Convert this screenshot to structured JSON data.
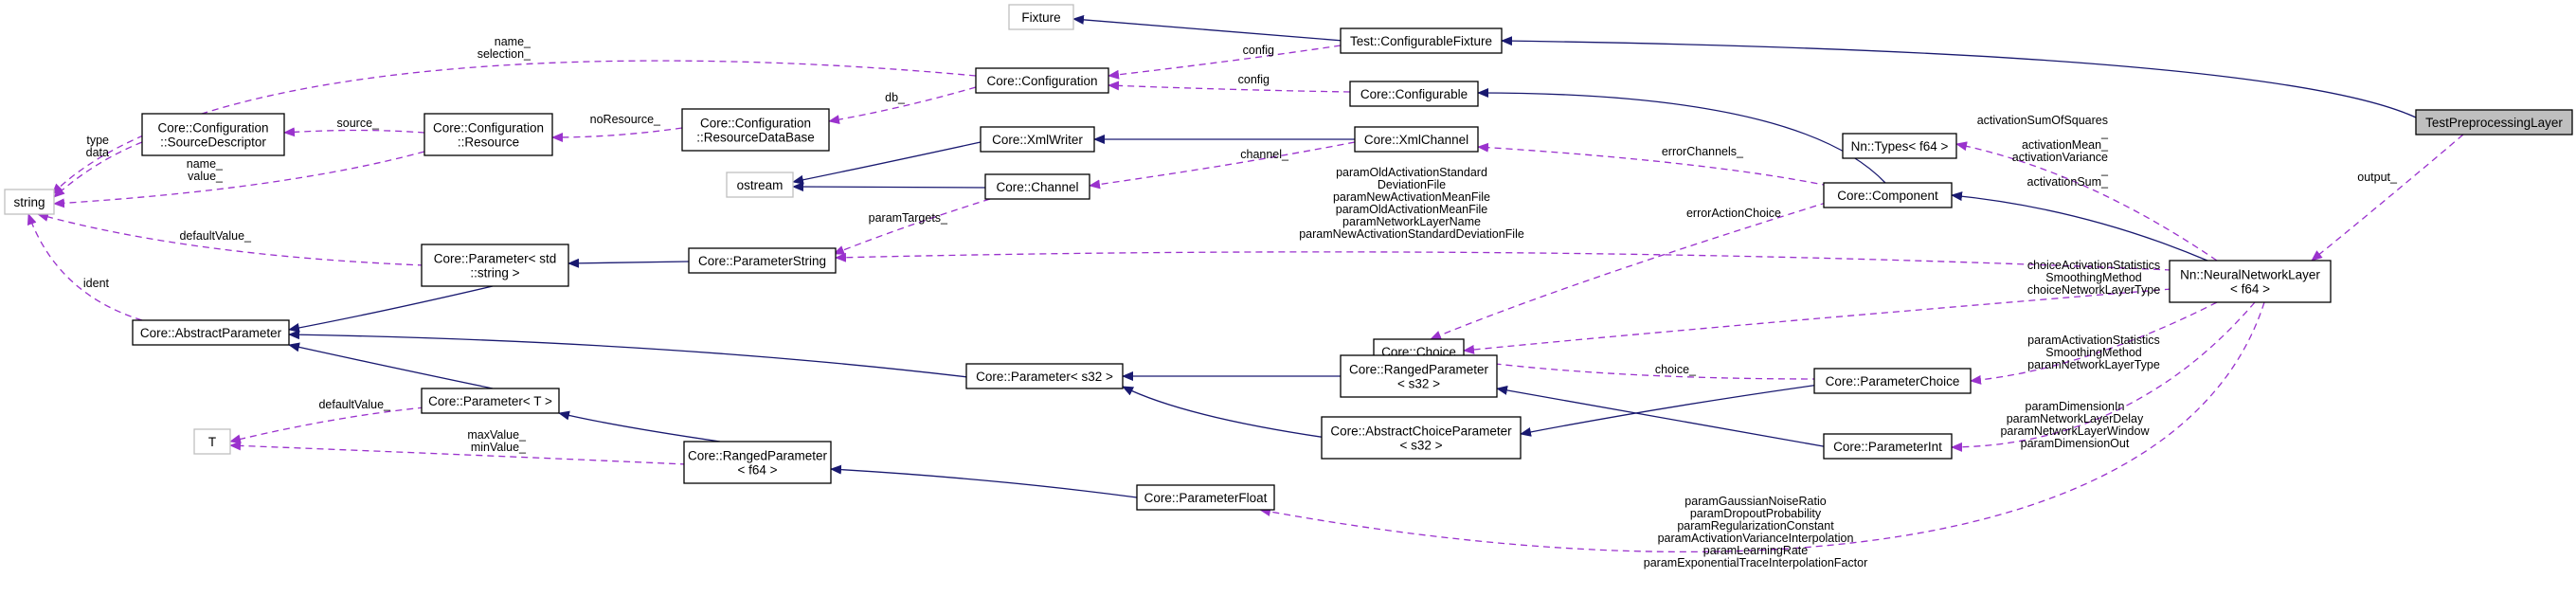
{
  "nodes": [
    {
      "id": "fixture",
      "lines": [
        "Fixture"
      ],
      "external": true
    },
    {
      "id": "test_configurable_fixture",
      "lines": [
        "Test::ConfigurableFixture"
      ]
    },
    {
      "id": "test_preprocessing_layer",
      "lines": [
        "TestPreprocessingLayer"
      ],
      "focus": true
    },
    {
      "id": "string",
      "lines": [
        "string"
      ],
      "external": true
    },
    {
      "id": "source_descriptor",
      "lines": [
        "Core::Configuration",
        "::SourceDescriptor"
      ]
    },
    {
      "id": "configuration_resource",
      "lines": [
        "Core::Configuration",
        "::Resource"
      ]
    },
    {
      "id": "resource_database",
      "lines": [
        "Core::Configuration",
        "::ResourceDataBase"
      ]
    },
    {
      "id": "configuration",
      "lines": [
        "Core::Configuration"
      ]
    },
    {
      "id": "configurable",
      "lines": [
        "Core::Configurable"
      ]
    },
    {
      "id": "xml_writer",
      "lines": [
        "Core::XmlWriter"
      ]
    },
    {
      "id": "xml_channel",
      "lines": [
        "Core::XmlChannel"
      ]
    },
    {
      "id": "ostream",
      "lines": [
        "ostream"
      ],
      "external": true
    },
    {
      "id": "channel",
      "lines": [
        "Core::Channel"
      ]
    },
    {
      "id": "nn_types",
      "lines": [
        "Nn::Types< f64 >"
      ]
    },
    {
      "id": "component",
      "lines": [
        "Core::Component"
      ]
    },
    {
      "id": "parameter_std_string",
      "lines": [
        "Core::Parameter< std",
        "::string >"
      ]
    },
    {
      "id": "parameter_string",
      "lines": [
        "Core::ParameterString"
      ]
    },
    {
      "id": "neural_network_layer",
      "lines": [
        "Nn::NeuralNetworkLayer",
        "< f64 >"
      ]
    },
    {
      "id": "abstract_parameter",
      "lines": [
        "Core::AbstractParameter"
      ]
    },
    {
      "id": "choice",
      "lines": [
        "Core::Choice"
      ]
    },
    {
      "id": "parameter_s32",
      "lines": [
        "Core::Parameter< s32 >"
      ]
    },
    {
      "id": "ranged_parameter_s32",
      "lines": [
        "Core::RangedParameter",
        "< s32 >"
      ]
    },
    {
      "id": "parameter_choice",
      "lines": [
        "Core::ParameterChoice"
      ]
    },
    {
      "id": "parameter_t",
      "lines": [
        "Core::Parameter< T >"
      ]
    },
    {
      "id": "t",
      "lines": [
        "T"
      ],
      "external": true
    },
    {
      "id": "abstract_choice_parameter",
      "lines": [
        "Core::AbstractChoiceParameter",
        "< s32 >"
      ]
    },
    {
      "id": "parameter_int",
      "lines": [
        "Core::ParameterInt"
      ]
    },
    {
      "id": "ranged_parameter_f64",
      "lines": [
        "Core::RangedParameter",
        "< f64 >"
      ]
    },
    {
      "id": "parameter_float",
      "lines": [
        "Core::ParameterFloat"
      ]
    }
  ],
  "edges": [
    {
      "id": "e1",
      "kind": "inherit",
      "from": "test_configurable_fixture",
      "to": "fixture",
      "label": []
    },
    {
      "id": "e2",
      "kind": "inherit",
      "from": "test_preprocessing_layer",
      "to": "test_configurable_fixture",
      "label": []
    },
    {
      "id": "e3",
      "kind": "use",
      "from": "test_configurable_fixture",
      "to": "configuration",
      "label": [
        "config"
      ]
    },
    {
      "id": "e4",
      "kind": "use",
      "from": "configurable",
      "to": "configuration",
      "label": [
        "config"
      ]
    },
    {
      "id": "e5",
      "kind": "use",
      "from": "configuration",
      "to": "string",
      "label": [
        "name_",
        "selection_"
      ]
    },
    {
      "id": "e6",
      "kind": "use",
      "from": "configuration",
      "to": "resource_database",
      "label": [
        "db_"
      ]
    },
    {
      "id": "e7",
      "kind": "use",
      "from": "resource_database",
      "to": "configuration_resource",
      "label": [
        "noResource_"
      ]
    },
    {
      "id": "e8",
      "kind": "use",
      "from": "configuration_resource",
      "to": "source_descriptor",
      "label": [
        "source_"
      ]
    },
    {
      "id": "e9",
      "kind": "use",
      "from": "source_descriptor",
      "to": "string",
      "label": [
        "type",
        "data"
      ]
    },
    {
      "id": "e10",
      "kind": "use",
      "from": "configuration_resource",
      "to": "string",
      "label": [
        "name_",
        "value_"
      ]
    },
    {
      "id": "e11",
      "kind": "inherit",
      "from": "component",
      "to": "configurable",
      "label": []
    },
    {
      "id": "e12",
      "kind": "inherit",
      "from": "xml_channel",
      "to": "xml_writer",
      "label": []
    },
    {
      "id": "e13",
      "kind": "inherit",
      "from": "xml_writer",
      "to": "ostream",
      "label": []
    },
    {
      "id": "e14",
      "kind": "inherit",
      "from": "channel",
      "to": "ostream",
      "label": []
    },
    {
      "id": "e15",
      "kind": "use",
      "from": "xml_channel",
      "to": "channel",
      "label": [
        "channel_"
      ]
    },
    {
      "id": "e16",
      "kind": "use",
      "from": "component",
      "to": "xml_channel",
      "label": [
        "errorChannels_"
      ]
    },
    {
      "id": "e17",
      "kind": "use",
      "from": "channel",
      "to": "parameter_string",
      "label": [
        "paramTargets_"
      ]
    },
    {
      "id": "e18",
      "kind": "inherit",
      "from": "neural_network_layer",
      "to": "component",
      "label": []
    },
    {
      "id": "e19",
      "kind": "use",
      "from": "test_preprocessing_layer",
      "to": "neural_network_layer",
      "label": [
        "output_"
      ]
    },
    {
      "id": "e20",
      "kind": "use",
      "from": "neural_network_layer",
      "to": "nn_types",
      "label": [
        "activationSumOfSquares",
        "_",
        "activationMean_",
        "activationVariance",
        "_",
        "activationSum_"
      ]
    },
    {
      "id": "e21",
      "kind": "inherit",
      "from": "parameter_string",
      "to": "parameter_std_string",
      "label": []
    },
    {
      "id": "e22",
      "kind": "use",
      "from": "parameter_std_string",
      "to": "string",
      "label": [
        "defaultValue_"
      ]
    },
    {
      "id": "e23",
      "kind": "use",
      "from": "neural_network_layer",
      "to": "parameter_string",
      "label": [
        "paramOldActivationStandard",
        "DeviationFile",
        "paramNewActivationMeanFile",
        "paramOldActivationMeanFile",
        "paramNetworkLayerName",
        "paramNewActivationStandardDeviationFile"
      ]
    },
    {
      "id": "e24",
      "kind": "inherit",
      "from": "parameter_std_string",
      "to": "abstract_parameter",
      "label": []
    },
    {
      "id": "e25",
      "kind": "use",
      "from": "abstract_parameter",
      "to": "string",
      "label": [
        "ident"
      ]
    },
    {
      "id": "e26",
      "kind": "use",
      "from": "component",
      "to": "choice",
      "label": [
        "errorActionChoice"
      ]
    },
    {
      "id": "e27",
      "kind": "use",
      "from": "neural_network_layer",
      "to": "choice",
      "label": [
        "choiceActivationStatistics",
        "SmoothingMethod",
        "choiceNetworkLayerType"
      ]
    },
    {
      "id": "e28",
      "kind": "inherit",
      "from": "parameter_s32",
      "to": "abstract_parameter",
      "label": []
    },
    {
      "id": "e29",
      "kind": "inherit",
      "from": "ranged_parameter_s32",
      "to": "parameter_s32",
      "label": []
    },
    {
      "id": "e30",
      "kind": "inherit",
      "from": "abstract_choice_parameter",
      "to": "parameter_s32",
      "label": []
    },
    {
      "id": "e31",
      "kind": "use",
      "from": "parameter_choice",
      "to": "choice",
      "label": [
        "choice_"
      ]
    },
    {
      "id": "e32",
      "kind": "inherit",
      "from": "parameter_choice",
      "to": "abstract_choice_parameter",
      "label": []
    },
    {
      "id": "e33",
      "kind": "inherit",
      "from": "parameter_int",
      "to": "ranged_parameter_s32",
      "label": []
    },
    {
      "id": "e34",
      "kind": "use",
      "from": "neural_network_layer",
      "to": "parameter_choice",
      "label": [
        "paramActivationStatistics",
        "SmoothingMethod",
        "paramNetworkLayerType"
      ]
    },
    {
      "id": "e35",
      "kind": "use",
      "from": "neural_network_layer",
      "to": "parameter_int",
      "label": [
        "paramDimensionIn",
        "paramNetworkLayerDelay",
        "paramNetworkLayerWindow",
        "paramDimensionOut"
      ]
    },
    {
      "id": "e36",
      "kind": "inherit",
      "from": "parameter_t",
      "to": "abstract_parameter",
      "label": []
    },
    {
      "id": "e37",
      "kind": "use",
      "from": "parameter_t",
      "to": "t",
      "label": [
        "defaultValue_"
      ]
    },
    {
      "id": "e38",
      "kind": "inherit",
      "from": "ranged_parameter_f64",
      "to": "parameter_t",
      "label": []
    },
    {
      "id": "e39",
      "kind": "use",
      "from": "ranged_parameter_f64",
      "to": "t",
      "label": [
        "maxValue_",
        "minValue_"
      ]
    },
    {
      "id": "e40",
      "kind": "inherit",
      "from": "parameter_float",
      "to": "ranged_parameter_f64",
      "label": []
    },
    {
      "id": "e41",
      "kind": "use",
      "from": "neural_network_layer",
      "to": "parameter_float",
      "label": [
        "paramGaussianNoiseRatio",
        "paramDropoutProbability",
        "paramRegularizationConstant",
        "paramActivationVarianceInterpolation",
        "paramLearningRate",
        "paramExponentialTraceInterpolationFactor"
      ]
    }
  ],
  "colors": {
    "inheritance_edge": "#191970",
    "usage_edge": "#9a32cd",
    "node_border": "#000000",
    "external_node_border": "#bfbfbf",
    "focus_node_fill": "#bfbfbf"
  }
}
